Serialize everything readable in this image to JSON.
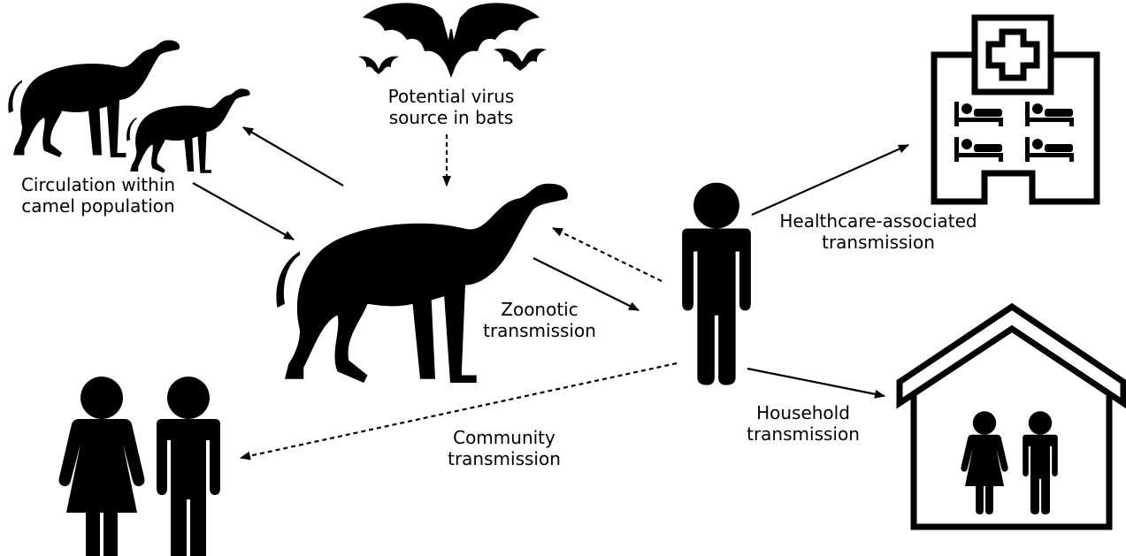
{
  "labels": {
    "bats": [
      "Potential virus",
      "source in bats"
    ],
    "camels": [
      "Circulation within",
      "camel population"
    ],
    "zoonotic": [
      "Zoonotic",
      "transmission"
    ],
    "healthcare": [
      "Healthcare-associated",
      "transmission"
    ],
    "household": [
      "Household",
      "transmission"
    ],
    "community": [
      "Community",
      "transmission"
    ]
  },
  "colors": {
    "ink": "#000000",
    "background": "#ffffff"
  }
}
